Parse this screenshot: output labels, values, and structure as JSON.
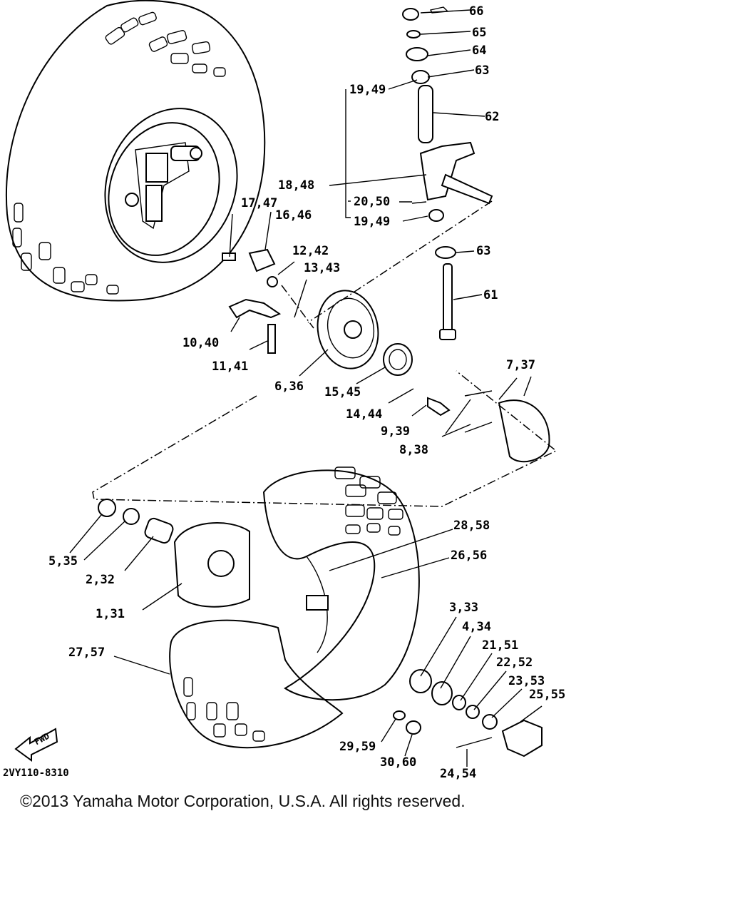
{
  "diagram": {
    "callouts": {
      "c66": "66",
      "c65": "65",
      "c64": "64",
      "c63a": "63",
      "c1949a": "19,49",
      "c62": "62",
      "c1848": "18,48",
      "c2050": "20,50",
      "c1949b": "19,49",
      "c1747": "17,47",
      "c1646": "16,46",
      "c1242": "12,42",
      "c1343": "13,43",
      "c63b": "63",
      "c61": "61",
      "c1040": "10,40",
      "c1141": "11,41",
      "c636": "6,36",
      "c1545": "15,45",
      "c737": "7,37",
      "c1444": "14,44",
      "c939": "9,39",
      "c838": "8,38",
      "c2858": "28,58",
      "c2656": "26,56",
      "c535": "5,35",
      "c232": "2,32",
      "c131": "1,31",
      "c333": "3,33",
      "c434": "4,34",
      "c2151": "21,51",
      "c2252": "22,52",
      "c2353": "23,53",
      "c2555": "25,55",
      "c2757": "27,57",
      "c2959": "29,59",
      "c3060": "30,60",
      "c2454": "24,54"
    },
    "fwd_label": "FWD",
    "drawing_code": "2VY110-8310"
  },
  "footer": {
    "copyright": "©2013 Yamaha Motor Corporation, U.S.A. All rights reserved."
  }
}
